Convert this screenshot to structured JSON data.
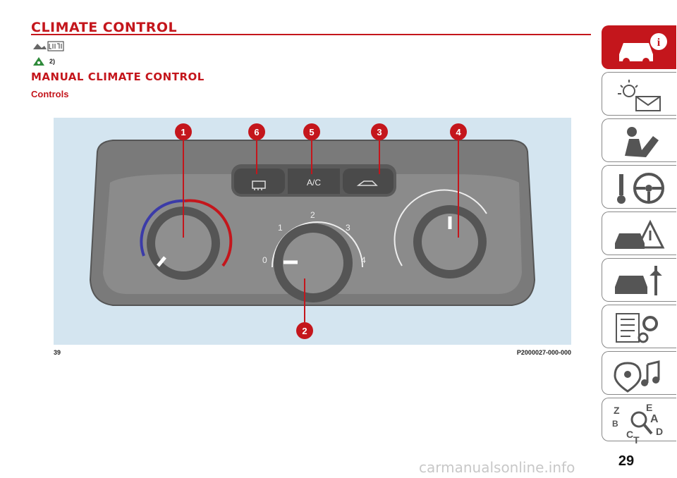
{
  "page": {
    "title": "CLIMATE CONTROL",
    "warning_ref": "2)",
    "subtitle": "MANUAL CLIMATE CONTROL",
    "section": "Controls",
    "figure_number": "39",
    "figure_code": "P2000027-000-000",
    "page_number": "29",
    "watermark": "carmanualsonline.info"
  },
  "panel": {
    "buttons": [
      "",
      "A/C",
      ""
    ],
    "fan_scale": [
      "0",
      "1",
      "2",
      "3",
      "4"
    ],
    "callouts": [
      "1",
      "6",
      "5",
      "3",
      "4",
      "2"
    ]
  },
  "sidebar": {
    "tabs": [
      {
        "name": "car-info-icon",
        "active": true
      },
      {
        "name": "lights-messages-icon",
        "active": false
      },
      {
        "name": "safety-airbag-icon",
        "active": false
      },
      {
        "name": "starting-driving-icon",
        "active": false
      },
      {
        "name": "emergency-icon",
        "active": false
      },
      {
        "name": "maintenance-icon",
        "active": false
      },
      {
        "name": "technical-data-icon",
        "active": false
      },
      {
        "name": "multimedia-icon",
        "active": false
      },
      {
        "name": "index-icon",
        "active": false
      }
    ],
    "index_letters": [
      "Z",
      "E",
      "B",
      "A",
      "C",
      "D",
      "T"
    ]
  },
  "colors": {
    "accent": "#c4161c",
    "figure_bg": "#d4e5f0",
    "panel": "#6e6e6e"
  }
}
